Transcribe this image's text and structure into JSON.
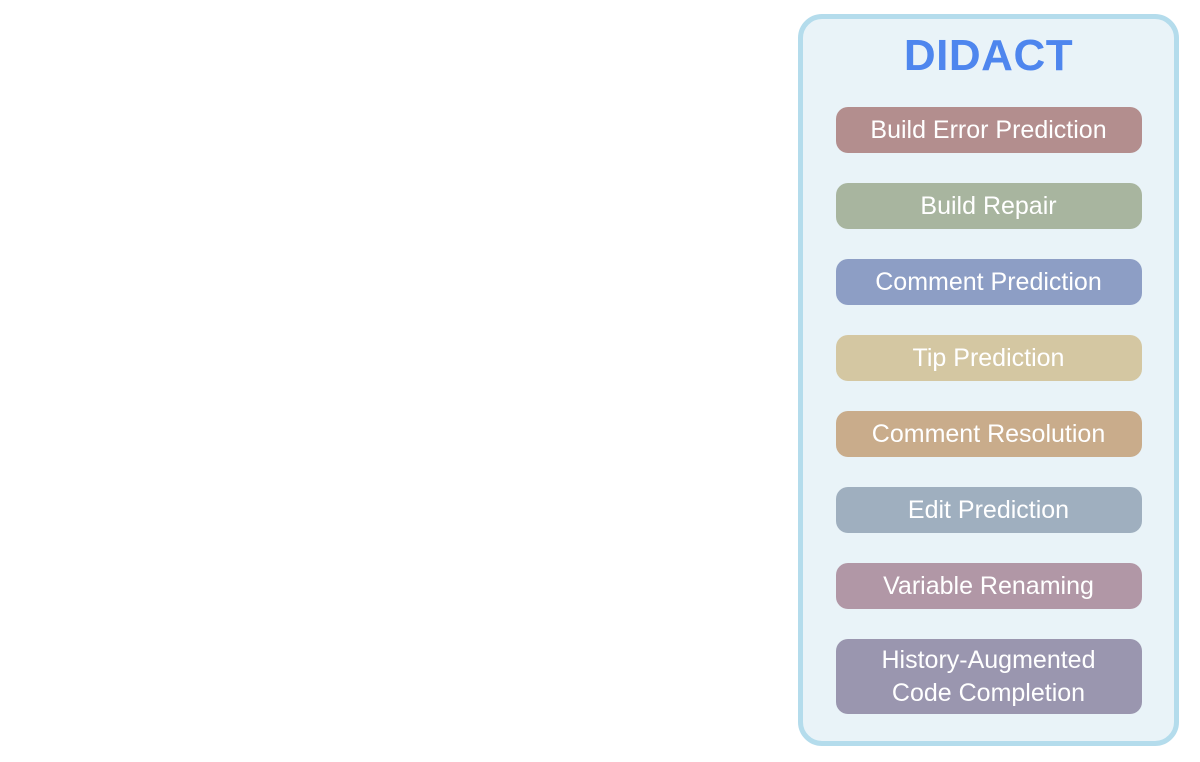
{
  "panel": {
    "title": "DIDACT",
    "title_color": "#4e86ee",
    "background_color": "#e9f3f8",
    "border_color": "#b4dcec",
    "pill_text_color": "#ffffff",
    "items": [
      {
        "id": "build-error-prediction",
        "label": "Build Error Prediction",
        "color": "#b38e8e"
      },
      {
        "id": "build-repair",
        "label": "Build Repair",
        "color": "#a8b59f"
      },
      {
        "id": "comment-prediction",
        "label": "Comment Prediction",
        "color": "#8d9ec5"
      },
      {
        "id": "tip-prediction",
        "label": "Tip Prediction",
        "color": "#d4c7a2"
      },
      {
        "id": "comment-resolution",
        "label": "Comment Resolution",
        "color": "#c9ac8b"
      },
      {
        "id": "edit-prediction",
        "label": "Edit Prediction",
        "color": "#9fafbf"
      },
      {
        "id": "variable-renaming",
        "label": "Variable Renaming",
        "color": "#b197a6"
      },
      {
        "id": "history-augmented-code-completion",
        "label": "History-Augmented Code Completion",
        "color": "#9a96af"
      }
    ]
  }
}
